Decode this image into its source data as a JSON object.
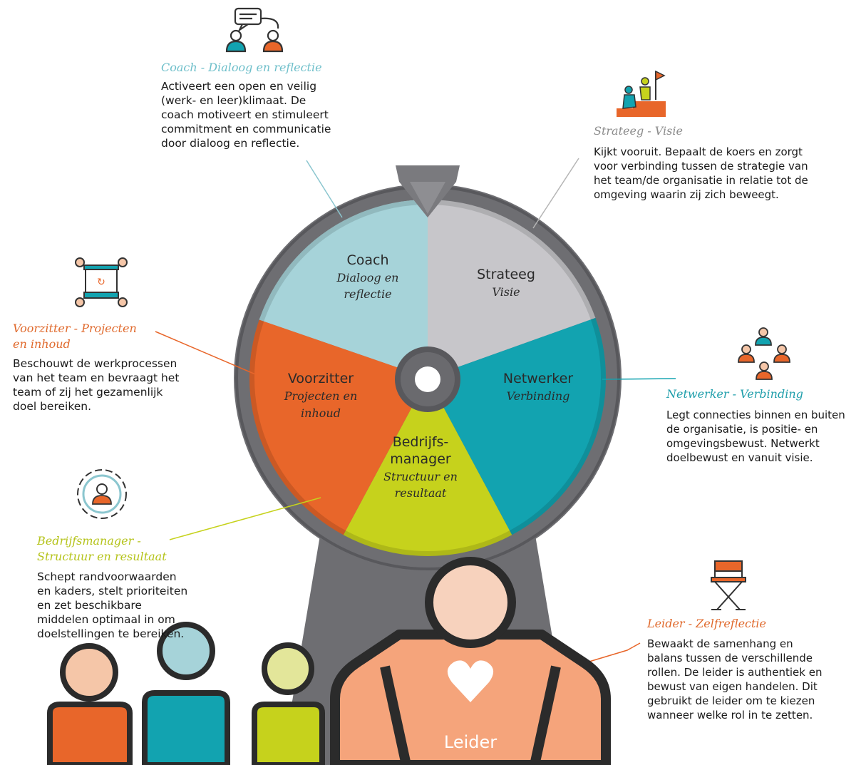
{
  "colors": {
    "coach": "#a6d3d9",
    "strateeg": "#c7c6ca",
    "netwerker": "#12a3b0",
    "bedrijfsmanager": "#c6d21c",
    "voorzitter": "#e8662a",
    "leider": "#f5a47b",
    "frame": "#6e6e72",
    "text_orange": "#e0692c",
    "text_teal": "#1f9eab",
    "text_light_teal": "#6ebfca",
    "text_grey": "#8c8c8c",
    "text_lime": "#b5c31a"
  },
  "wheel": {
    "segments": [
      {
        "role": "Coach",
        "subtitle_line1": "Dialoog en",
        "subtitle_line2": "reflectie"
      },
      {
        "role": "Strateeg",
        "subtitle_line1": "Visie",
        "subtitle_line2": ""
      },
      {
        "role": "Netwerker",
        "subtitle_line1": "Verbinding",
        "subtitle_line2": ""
      },
      {
        "role_line1": "Bedrijfs-",
        "role_line2": "manager",
        "subtitle_line1": "Structuur en",
        "subtitle_line2": "resultaat"
      },
      {
        "role": "Voorzitter",
        "subtitle_line1": "Projecten en",
        "subtitle_line2": "inhoud"
      }
    ]
  },
  "roles": {
    "coach": {
      "title": "Coach - Dialoog en reflectie",
      "icon": "chat-people-icon",
      "lines": [
        "Activeert een open en veilig",
        "(werk- en leer)klimaat. De",
        "coach motiveert en stimuleert",
        "commitment en communicatie",
        "door dialoog en reflectie."
      ]
    },
    "strateeg": {
      "title": "Strateeg - Visie",
      "icon": "climbing-flag-icon",
      "lines": [
        "Kijkt vooruit. Bepaalt de koers en zorgt",
        "voor verbinding tussen de strategie van",
        "het team/de organisatie in relatie tot de",
        "omgeving waarin zij zich beweegt."
      ]
    },
    "voorzitter": {
      "title_line1": "Voorzitter - Projecten",
      "title_line2": "en inhoud",
      "icon": "meeting-table-icon",
      "lines": [
        "Beschouwt de werkprocessen",
        "van het team en bevraagt het",
        "team of zij het gezamenlijk",
        "doel bereiken."
      ]
    },
    "netwerker": {
      "title": "Netwerker - Verbinding",
      "icon": "network-people-icon",
      "lines": [
        "Legt connecties binnen en buiten",
        "de organisatie, is positie- en",
        "omgevingsbewust. Netwerkt",
        "doelbewust en vanuit visie."
      ]
    },
    "bedrijfsmanager": {
      "title_line1": "Bedrijfsmanager -",
      "title_line2": "Structuur en resultaat",
      "icon": "gear-person-icon",
      "lines": [
        "Schept randvoorwaarden",
        "en kaders, stelt prioriteiten",
        "en zet beschikbare",
        "middelen optimaal in om",
        "doelstellingen te bereiken."
      ]
    },
    "leider": {
      "title": "Leider - Zelfreflectie",
      "icon": "director-chair-icon",
      "lines": [
        "Bewaakt de samenhang en",
        "balans tussen de verschillende",
        "rollen. De leider is authentiek en",
        "bewust van eigen handelen. Dit",
        "gebruikt de leider om te kiezen",
        "wanneer welke rol in te zetten."
      ]
    }
  },
  "leader_badge": "Leider"
}
